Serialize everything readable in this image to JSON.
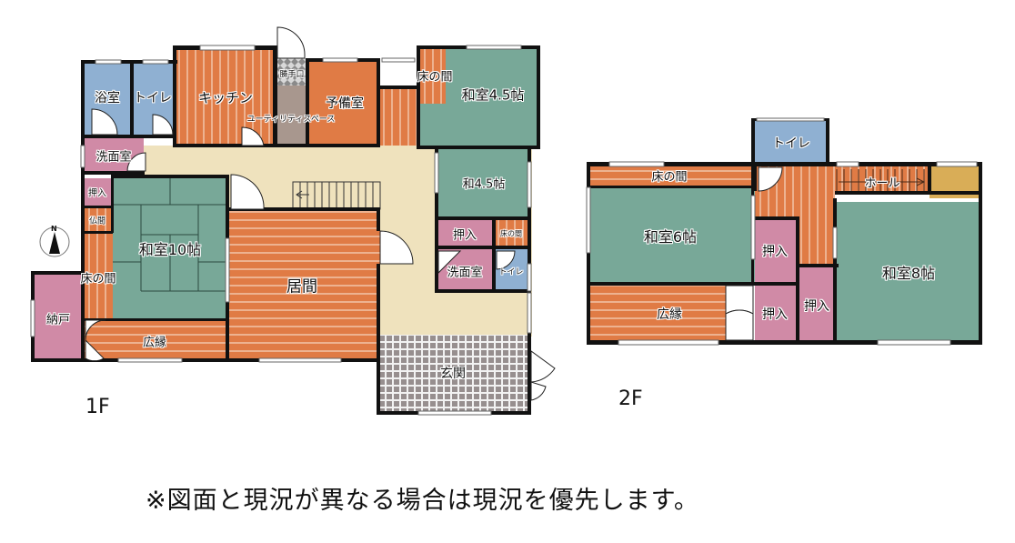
{
  "floors": {
    "first": {
      "label": "1F",
      "rooms": {
        "bath": "浴室",
        "toilet": "トイレ",
        "kitchen": "キッチン",
        "back_door": "勝手口",
        "utility": "ユーティリティスペース",
        "spare_room": "予備室",
        "tokonoma_top": "床の間",
        "washitsu_45": "和室4.5帖",
        "washroom_left": "洗面室",
        "oshiire_left": "押入",
        "butsuma": "仏間",
        "washitsu_10": "和室10帖",
        "tokonoma_left": "床の間",
        "nando": "納戸",
        "hiroen": "広縁",
        "living": "居間",
        "wa_45": "和4.5帖",
        "oshiire_right": "押入",
        "tokonoma_small": "床の間",
        "washroom_right": "洗面室",
        "toilet_small": "トイレ",
        "entrance": "玄関"
      }
    },
    "second": {
      "label": "2F",
      "rooms": {
        "toilet": "トイレ",
        "tokonoma": "床の間",
        "hall": "ホール",
        "washitsu_6": "和室6帖",
        "oshiire_a": "押入",
        "washitsu_8": "和室8帖",
        "hiroen": "広縁",
        "oshiire_b": "押入",
        "oshiire_c": "押入"
      }
    }
  },
  "compass": {
    "north_label": "N"
  },
  "note": "※図面と現況が異なる場合は現況を優先します。",
  "colors": {
    "wet_area": "#8fb0d2",
    "wood_floor": "#e07b45",
    "tatami": "#78a898",
    "storage": "#d08aa6",
    "corridor": "#efe2bd",
    "utility": "#a8978e",
    "entrance_tile": "#9a9090",
    "closet_2f": "#d9ad57",
    "wall": "#111111"
  }
}
